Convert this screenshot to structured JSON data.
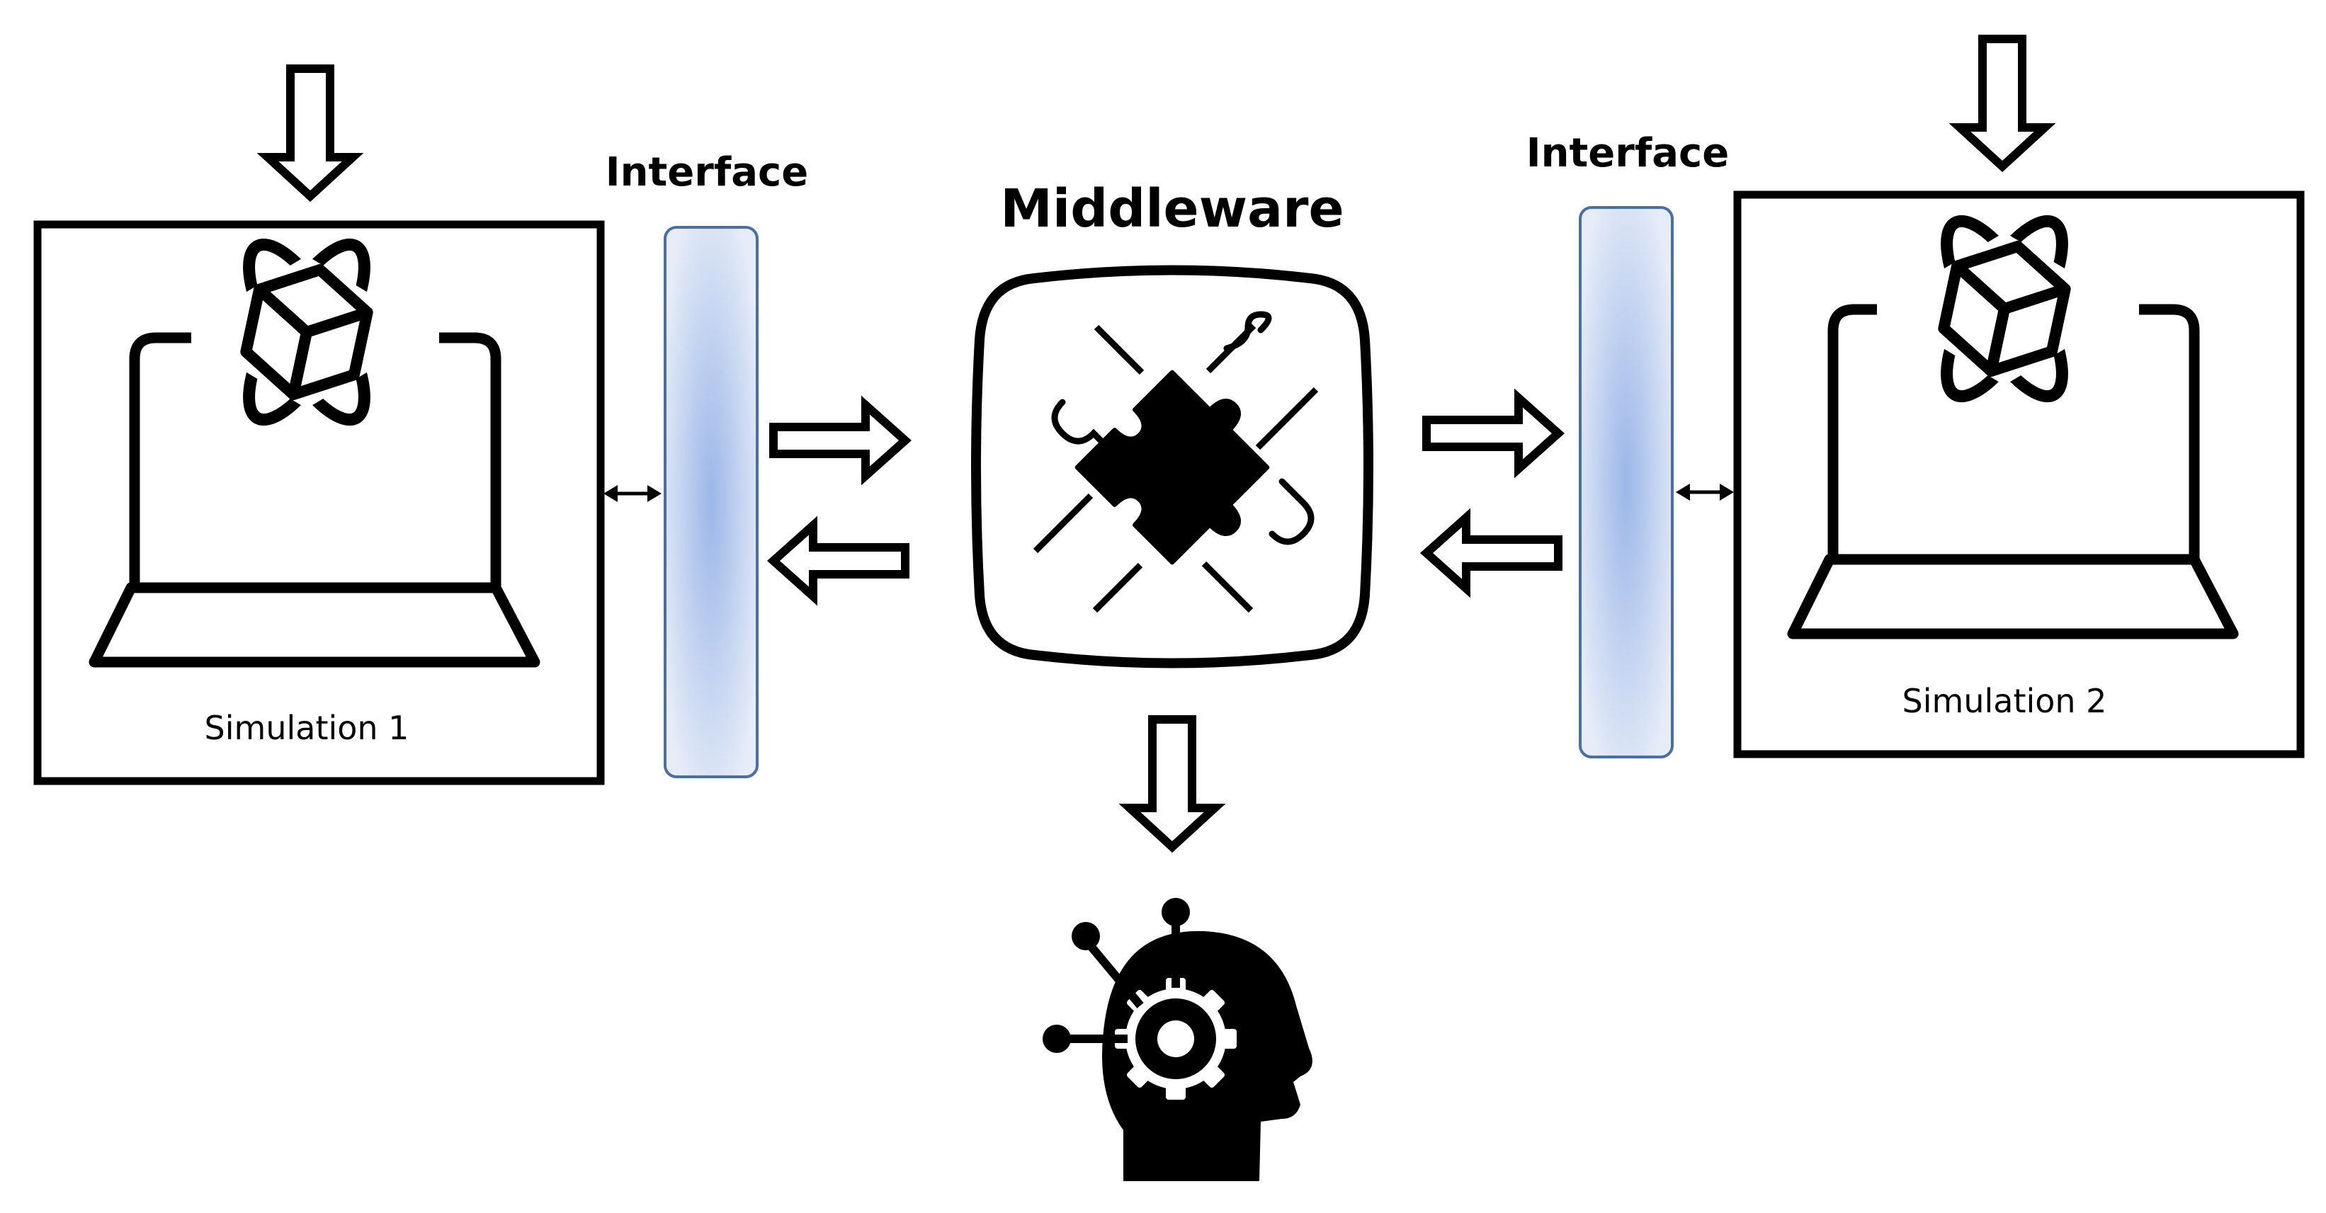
{
  "left_interface": {
    "label": "Interface"
  },
  "right_interface": {
    "label": "Interface"
  },
  "middleware": {
    "label": "Middleware",
    "icon": "puzzle-icon"
  },
  "simulation_1": {
    "label": "Simulation 1",
    "icon": "laptop-cube-icon"
  },
  "simulation_2": {
    "label": "Simulation 2",
    "icon": "laptop-cube-icon"
  },
  "output": {
    "icon": "head-gear-icon"
  },
  "colors": {
    "interface_fill": "#9fb9e6",
    "interface_stroke": "#4a6fa5",
    "line": "#000000"
  }
}
